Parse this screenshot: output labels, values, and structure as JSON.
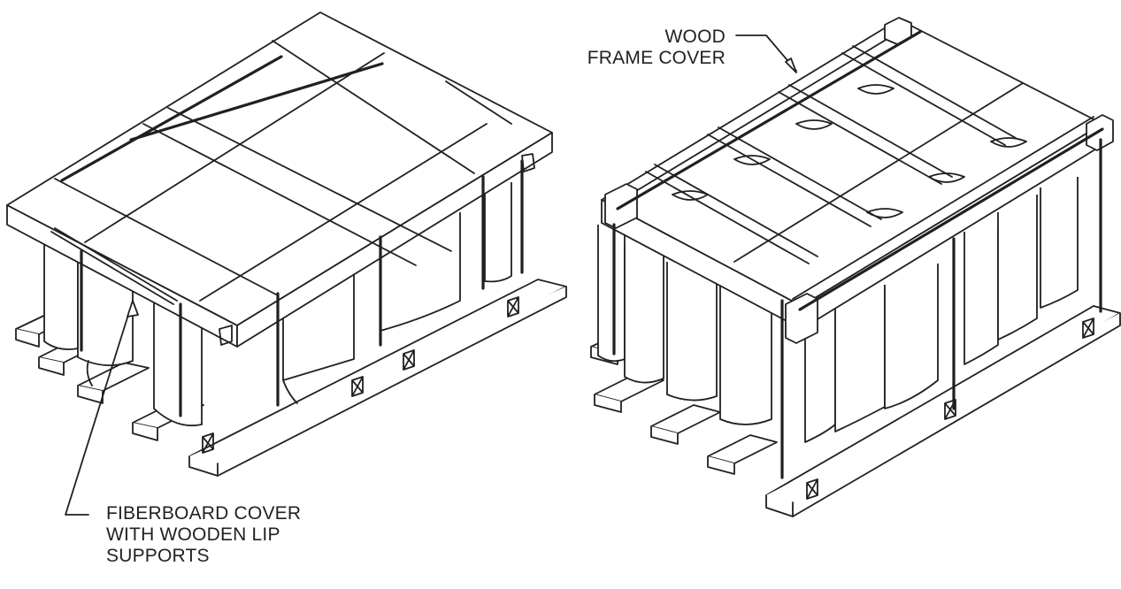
{
  "figure": {
    "labels": {
      "fiberboard": [
        "FIBERBOARD COVER",
        "WITH WOODEN LIP",
        "SUPPORTS"
      ],
      "wood_frame": [
        "WOOD",
        "FRAME COVER"
      ]
    }
  }
}
